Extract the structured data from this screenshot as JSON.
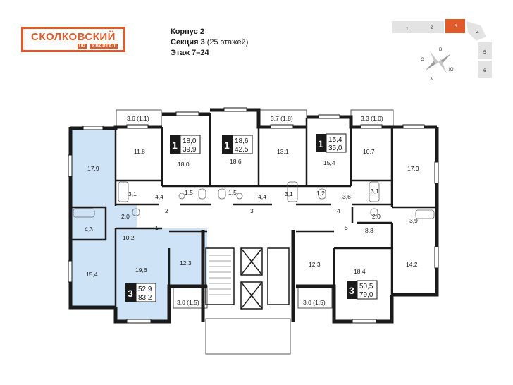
{
  "brand": {
    "main": "СКОЛКОВСКИЙ",
    "up": "UP",
    "sub": "КВАРТАЛ"
  },
  "building": "Корпус 2",
  "section_label": "Секция 3",
  "section_floors": "(25 этажей)",
  "floors": "Этаж 7–24",
  "colors": {
    "accent": "#e05a2a",
    "highlight": "#cfe3f6",
    "wall": "#1a1a1a"
  },
  "key_plan": {
    "sections": [
      "1",
      "2",
      "3",
      "4",
      "5",
      "6"
    ],
    "active": "3",
    "compass": {
      "n": "С",
      "e": "В",
      "s": "Ю",
      "w": "З"
    }
  },
  "apartments": [
    {
      "rooms": "1",
      "living": "18,0",
      "total": "39,9"
    },
    {
      "rooms": "1",
      "living": "18,6",
      "total": "42,5"
    },
    {
      "rooms": "1",
      "living": "15,4",
      "total": "35,0"
    },
    {
      "rooms": "3",
      "living": "52,9",
      "total": "83,2"
    },
    {
      "rooms": "3",
      "living": "50,5",
      "total": "79,0"
    }
  ],
  "balconies": [
    "3,6 (1,1)",
    "3,7 (1,8)",
    "3,3 (1,0)",
    "3,0 (1,5)",
    "3,0 (1,5)"
  ],
  "doors": [
    "1",
    "2",
    "3",
    "4",
    "5"
  ],
  "rooms": [
    "17,9",
    "11,8",
    "18,0",
    "18,6",
    "13,1",
    "15,4",
    "10,7",
    "17,9",
    "3,1",
    "4,4",
    "1,5",
    "1,5",
    "4,4",
    "3,1",
    "1,2",
    "3,6",
    "3,1",
    "4,3",
    "2,0",
    "10,2",
    "2,0",
    "3,9",
    "8,8",
    "15,4",
    "19,6",
    "12,3",
    "12,3",
    "18,4",
    "14,2"
  ]
}
